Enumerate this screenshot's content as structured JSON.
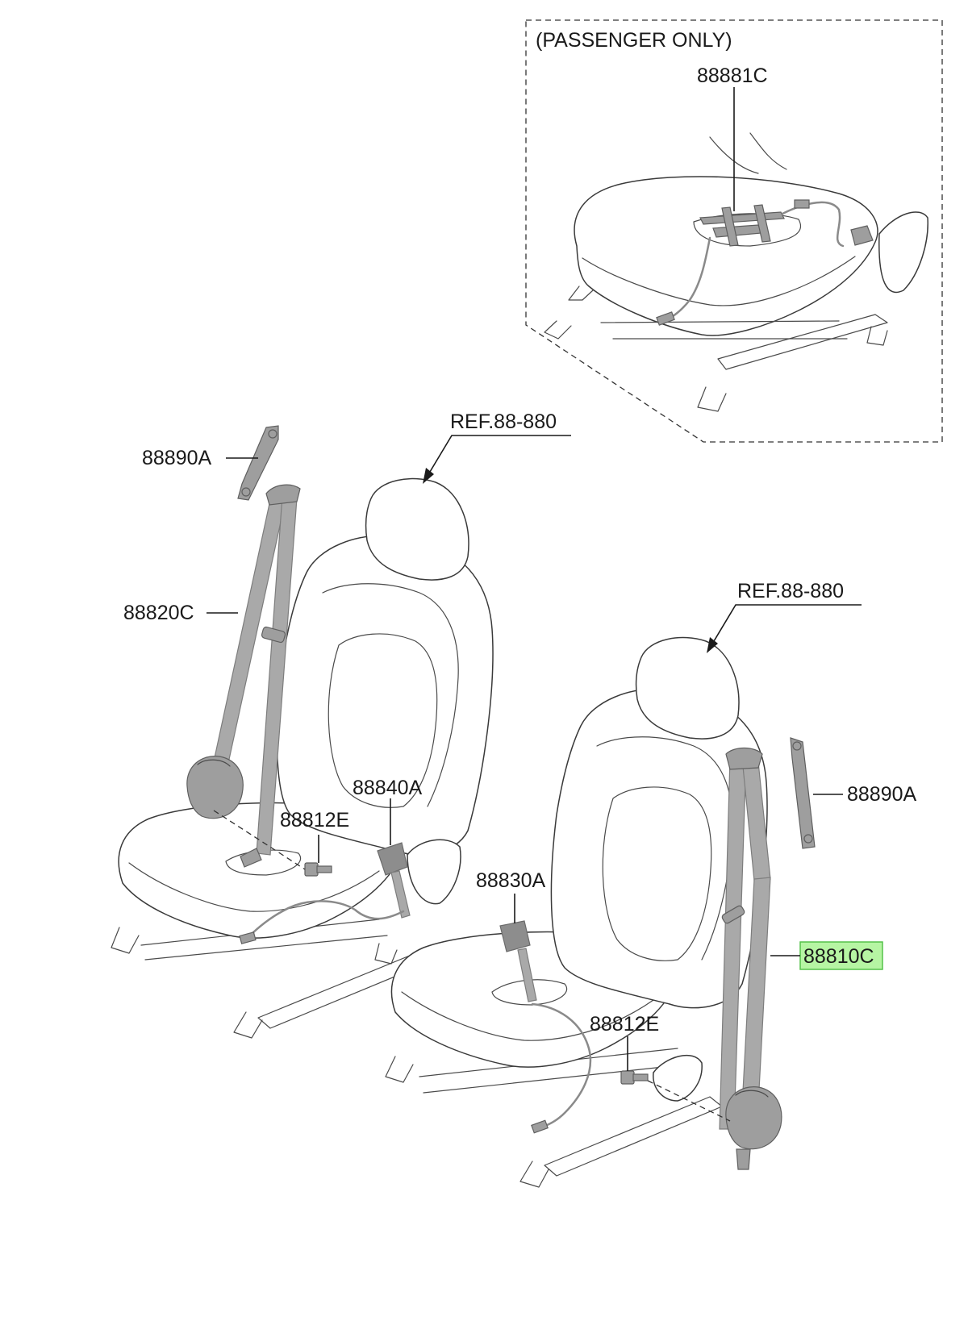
{
  "diagram": {
    "inset_note": "(PASSENGER ONLY)",
    "labels": {
      "inset_sensor": "88881C",
      "ref_left": "REF.88-880",
      "ref_right": "REF.88-880",
      "anchor_left": "88890A",
      "anchor_right": "88890A",
      "belt_left": "88820C",
      "belt_right": "88810C",
      "buckle_left": "88840A",
      "buckle_right": "88830A",
      "bolt_left": "88812E",
      "bolt_right": "88812E"
    },
    "highlight_color": "#b6f5a3",
    "highlighted_part": "88810C"
  }
}
